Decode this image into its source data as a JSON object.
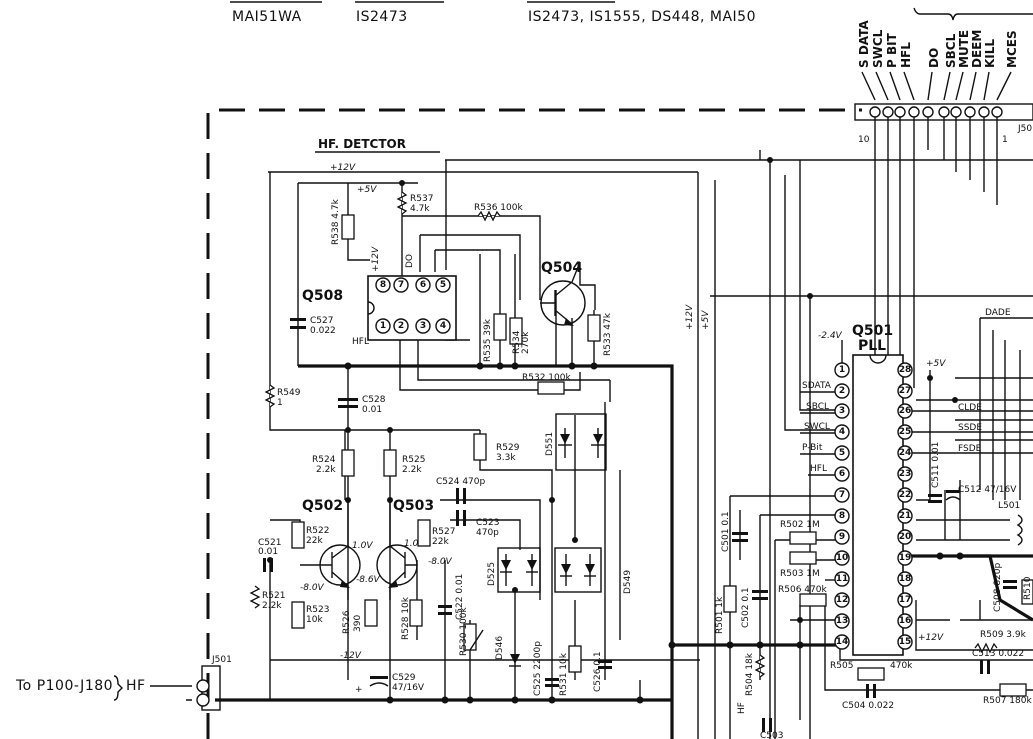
{
  "header": {
    "row1": [
      "MAI51WA",
      "IS2473",
      "IS2473, IS1555, DS448, MAI50"
    ]
  },
  "connector_j502": {
    "signals": [
      "S DATA",
      "SWCL",
      "P BIT",
      "HFL",
      "DO",
      "SBCL",
      "MUTE",
      "DEEM",
      "KILL",
      "MCES"
    ],
    "pin_first": "10",
    "pin_last": "1",
    "name": "J50"
  },
  "section": {
    "hf_detector": "HF. DETCTOR"
  },
  "voltages": {
    "plus12_top": "+12V",
    "plus5_top": "+5V",
    "plus12_vert": "+12V",
    "plus12_mid": "+12V",
    "plus5_mid": "+5V",
    "minus24": "-2.4V",
    "plus5_pll": "+5V",
    "minus12": "-12V",
    "plus12_pin15": "+12V",
    "q502_b": "1.0V",
    "q502_e": "-8.0V",
    "q503_b": "1.0V",
    "q503_e": "-8.0V",
    "common_e": "-8.6V"
  },
  "ics": {
    "q508": {
      "name": "Q508",
      "pins": [
        "8",
        "7",
        "6",
        "5",
        "1",
        "2",
        "3",
        "4"
      ],
      "do": "DO",
      "hfl": "HFL"
    },
    "q501": {
      "name": "Q501",
      "sub": "PLL",
      "left_pins": [
        "1",
        "2",
        "3",
        "4",
        "5",
        "6",
        "7",
        "8",
        "9",
        "10",
        "11",
        "12",
        "13",
        "14"
      ],
      "right_pins": [
        "28",
        "27",
        "26",
        "25",
        "24",
        "23",
        "22",
        "21",
        "20",
        "19",
        "18",
        "17",
        "16",
        "15"
      ],
      "left_labels": [
        "SDATA",
        "SBCL",
        "SWCL",
        "P-Bit",
        "HFL"
      ],
      "right_labels": [
        "DADE",
        "CLDE",
        "SSDE",
        "FSDE"
      ]
    }
  },
  "transistors": {
    "q504": "Q504",
    "q502": "Q502",
    "q503": "Q503"
  },
  "components": {
    "r537": [
      "R537",
      "4.7k"
    ],
    "r538": "R538 4.7k",
    "r536": "R536 100k",
    "c527": [
      "C527",
      "0.022"
    ],
    "r535": "R535 39k",
    "r534": [
      "R534",
      "270k"
    ],
    "r533": "R533 47k",
    "r532": "R532 100k",
    "r549": [
      "R549",
      "1"
    ],
    "c528": [
      "C528",
      "0.01"
    ],
    "d551": "D551",
    "r529": [
      "R529",
      "3.3k"
    ],
    "r524": [
      "R524",
      "2.2k"
    ],
    "r525": [
      "R525",
      "2.2k"
    ],
    "c524": "C524 470p",
    "c523": [
      "C523",
      "470p"
    ],
    "r522": [
      "R522",
      "22k"
    ],
    "r527": [
      "R527",
      "22k"
    ],
    "c521": [
      "C521",
      "0.01"
    ],
    "r521": [
      "R521",
      "2.2k"
    ],
    "r523": [
      "R523",
      "10k"
    ],
    "r526": [
      "R526",
      "390"
    ],
    "r528": "R528 10k",
    "c522": "C522 0.01",
    "r530": "R530 100k",
    "d525": "D525",
    "d549": "D549",
    "d546": "D546",
    "c525": "C525 2200p",
    "r531": "R531 10k",
    "c526": "C526 0.1",
    "c529": [
      "C529",
      "47/16V"
    ],
    "c501": "C501 0.1",
    "r501": "R501 1k",
    "c502": "C502 0.1",
    "r502": "R502 1M",
    "r503": "R503 1M",
    "r506": "R506 470k",
    "r504": "R504 18k",
    "c503": "C503",
    "hf_mark": "HF",
    "r505": [
      "R505",
      "470k"
    ],
    "c504": "C504 0.022",
    "c511": "C511 0.01",
    "c512": "C512 47/16V",
    "l501": "L501",
    "c508": "C508 820p",
    "r510": "R510",
    "r509": "R509 3.9k",
    "c513": "C513 0.022",
    "r507": "R507 180k"
  },
  "j501": {
    "name": "J501",
    "to": "To P100-J180",
    "hf": "HF"
  }
}
